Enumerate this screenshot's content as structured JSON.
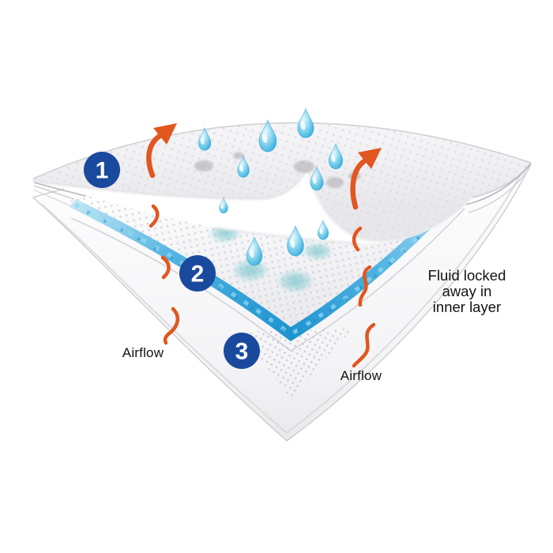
{
  "figure": {
    "type": "layered-pad-airflow-diagram",
    "background_color": "#ffffff",
    "badges": [
      "1",
      "2",
      "3"
    ],
    "labels": {
      "airflow_left": "Airflow",
      "airflow_right": "Airflow",
      "fluid_note": "Fluid locked\naway in\ninner layer"
    },
    "colors": {
      "badge_blue": "#1a4a9e",
      "arrow_orange": "#e2561f",
      "droplet_blue": "#3fb2e0",
      "absorbent_core_blue": "#2b9fd6",
      "stain_teal": "#7ec9cf",
      "sheet_grey": "#ececef"
    },
    "icons": [
      "water-droplet-icon",
      "airflow-arrow-icon",
      "airflow-squiggle-icon",
      "step-badge"
    ],
    "counts": {
      "droplets_upper": 6,
      "droplets_lower": 4,
      "airflow_arrows": 2,
      "airflow_squiggles": 6
    }
  }
}
